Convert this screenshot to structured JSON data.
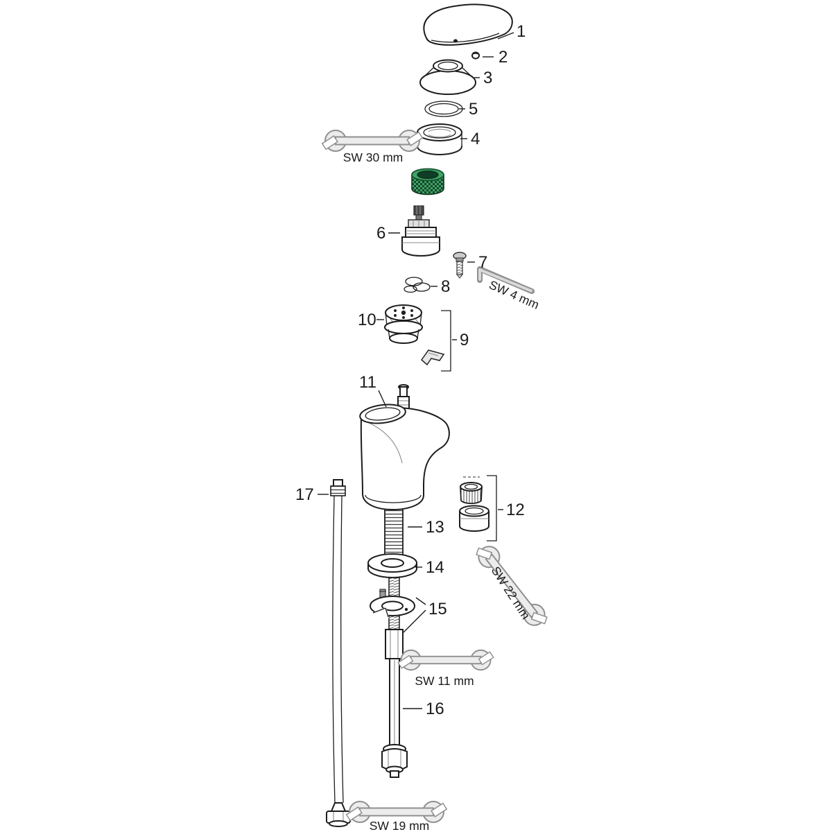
{
  "diagram": {
    "kind": "exploded parts diagram",
    "background_color": "#ffffff",
    "line_color": "#1a1a1a",
    "tool_fill_color": "#ececec",
    "tool_stroke_color": "#8f8f8f",
    "highlight_color": "#3fa465"
  },
  "parts": [
    {
      "num": "1"
    },
    {
      "num": "2"
    },
    {
      "num": "3"
    },
    {
      "num": "4"
    },
    {
      "num": "5"
    },
    {
      "num": "6"
    },
    {
      "num": "7"
    },
    {
      "num": "8"
    },
    {
      "num": "9"
    },
    {
      "num": "10"
    },
    {
      "num": "11"
    },
    {
      "num": "12"
    },
    {
      "num": "13"
    },
    {
      "num": "14"
    },
    {
      "num": "15"
    },
    {
      "num": "16"
    },
    {
      "num": "17"
    }
  ],
  "tools": [
    {
      "label": "SW 30 mm"
    },
    {
      "label": "SW 4 mm"
    },
    {
      "label": "SW 22 mm"
    },
    {
      "label": "SW 11 mm"
    },
    {
      "label": "SW 19 mm"
    }
  ]
}
